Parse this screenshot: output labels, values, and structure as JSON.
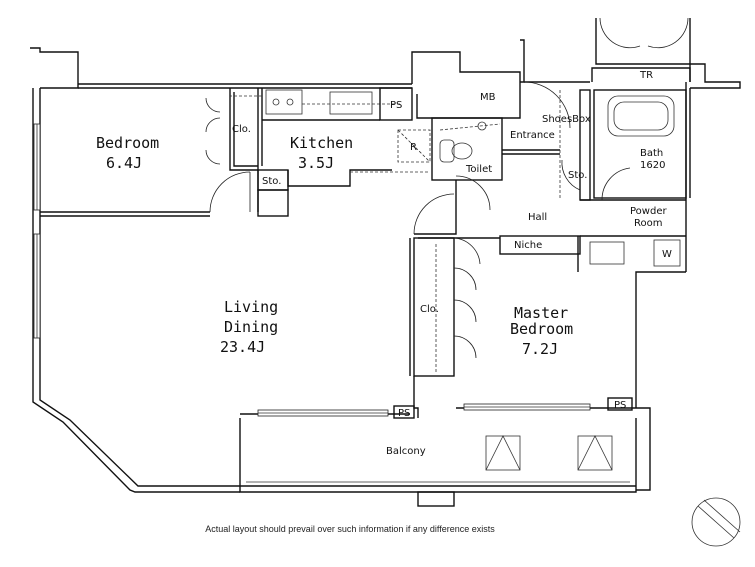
{
  "rooms": {
    "bedroom": {
      "name": "Bedroom",
      "size": "6.4J"
    },
    "kitchen": {
      "name": "Kitchen",
      "size": "3.5J"
    },
    "living": {
      "line1": "Living",
      "line2": "Dining",
      "size": "23.4J"
    },
    "master": {
      "line1": "Master",
      "line2": "Bedroom",
      "size": "7.2J"
    }
  },
  "labels": {
    "closet": "Clo.",
    "storage": "Sto.",
    "pipe_space": "PS",
    "meter_box": "MB",
    "refrigerator": "R",
    "toilet": "Toilet",
    "entrance": "Entrance",
    "shoes_box": "ShoesBox",
    "bath": "Bath",
    "bath_size": "1620",
    "trunk_room": "TR",
    "powder_line1": "Powder",
    "powder_line2": "Room",
    "washer": "W",
    "hall": "Hall",
    "niche": "Niche",
    "balcony": "Balcony"
  },
  "disclaimer": "Actual layout should prevail over such information if any difference exists",
  "icons": [
    "compass-icon",
    "door-swing-icon",
    "window-icon",
    "bathtub-icon",
    "toilet-icon",
    "sink-icon",
    "stove-icon",
    "vent-icon"
  ]
}
